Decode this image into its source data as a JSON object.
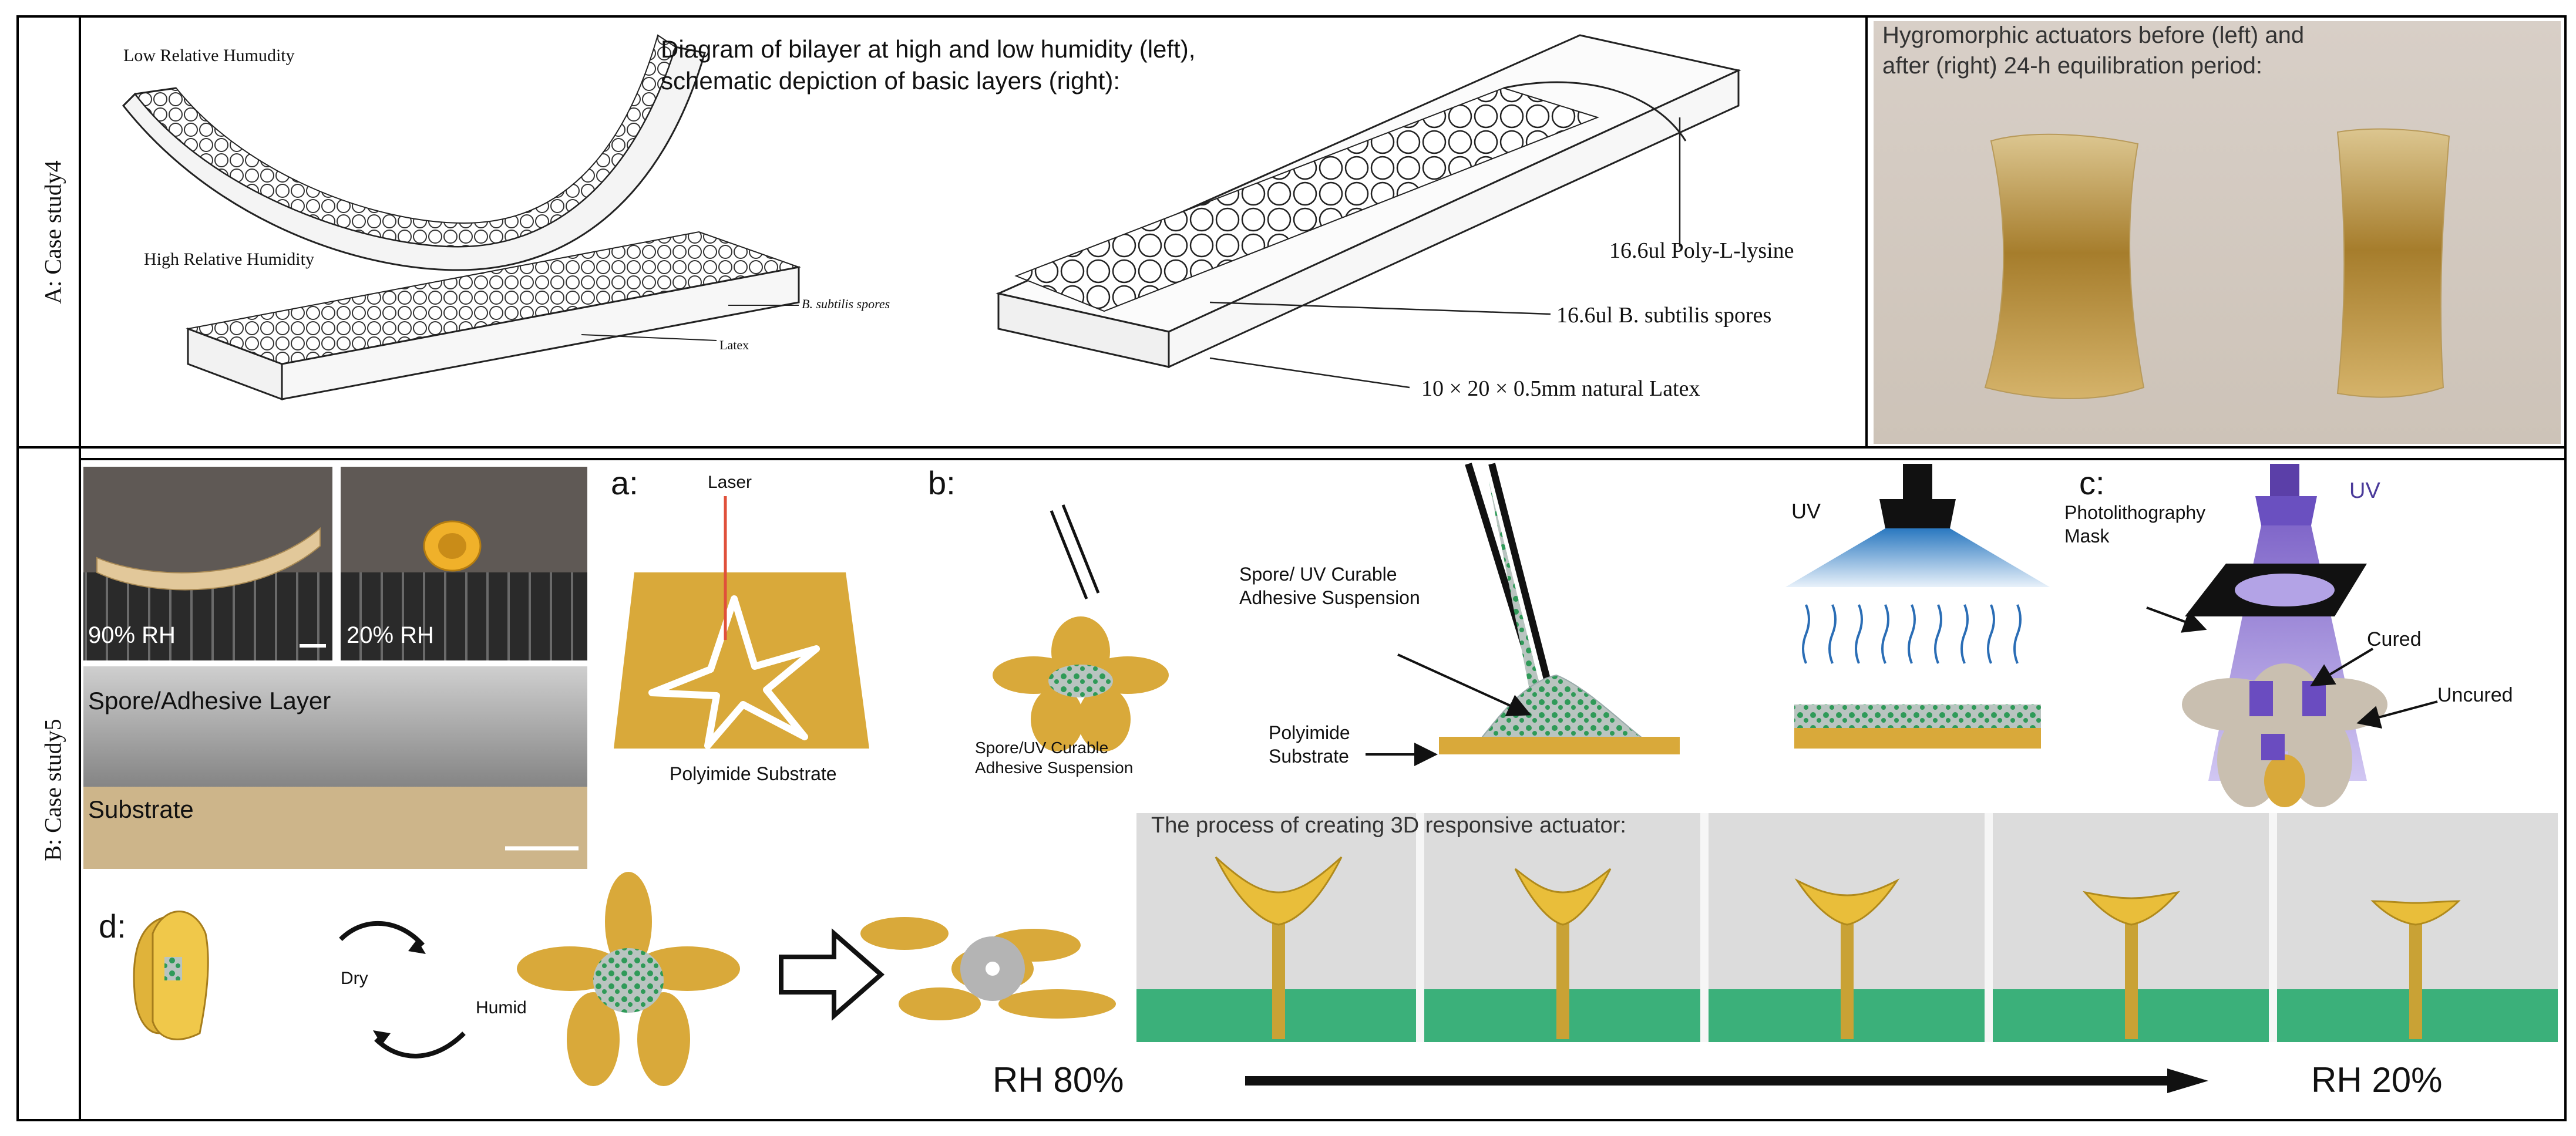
{
  "rows": {
    "a_label": "A: Case study4",
    "b_label": "B: Case study5"
  },
  "case4": {
    "caption_left_line1": "Diagram of bilayer at high and low humidity (left),",
    "caption_left_line2": "schematic depiction of basic layers (right):",
    "low_rh": "Low Relative Humudity",
    "high_rh": "High Relative Humidity",
    "spores_small": "B. subtilis spores",
    "latex_small": "Latex",
    "poly_lysine": "16.6ul Poly-L-lysine",
    "spores_label": "16.6ul B. subtilis spores",
    "latex_label": "10 × 20 × 0.5mm natural Latex",
    "photo_caption_line1": "Hygromorphic actuators before (left) and",
    "photo_caption_line2": "after (right) 24-h equilibration period:"
  },
  "case5": {
    "rh90": "90% RH",
    "rh20": "20% RH",
    "spore_layer": "Spore/Adhesive Layer",
    "substrate": "Substrate",
    "panel_a": "a:",
    "laser": "Laser",
    "polyimide_substrate": "Polyimide Substrate",
    "panel_b": "b:",
    "spore_uv_line1": "Spore/UV Curable",
    "spore_uv_line2": "Adhesive Suspension",
    "spore_uv2_line1": "Spore/ UV Curable",
    "spore_uv2_line2": "Adhesive Suspension",
    "polyimide_line1": "Polyimide",
    "polyimide_line2": "Substrate",
    "uv": "UV",
    "panel_c": "c:",
    "uv_c": "UV",
    "photolith_line1": "Photolithography",
    "photolith_line2": "Mask",
    "cured": "Cured",
    "uncured": "Uncured",
    "panel_d": "d:",
    "dry": "Dry",
    "humid": "Humid",
    "process_caption": "The process of creating 3D responsive actuator:",
    "rh80_end": "RH 80%",
    "rh20_end": "RH 20%"
  },
  "colors": {
    "substrate_gold": "#D9A93A",
    "spore_green": "#3A9A5A",
    "uv_blue": "#3B87C8",
    "uv_purple": "#6A50C0",
    "bench_green": "#3BB07A"
  }
}
